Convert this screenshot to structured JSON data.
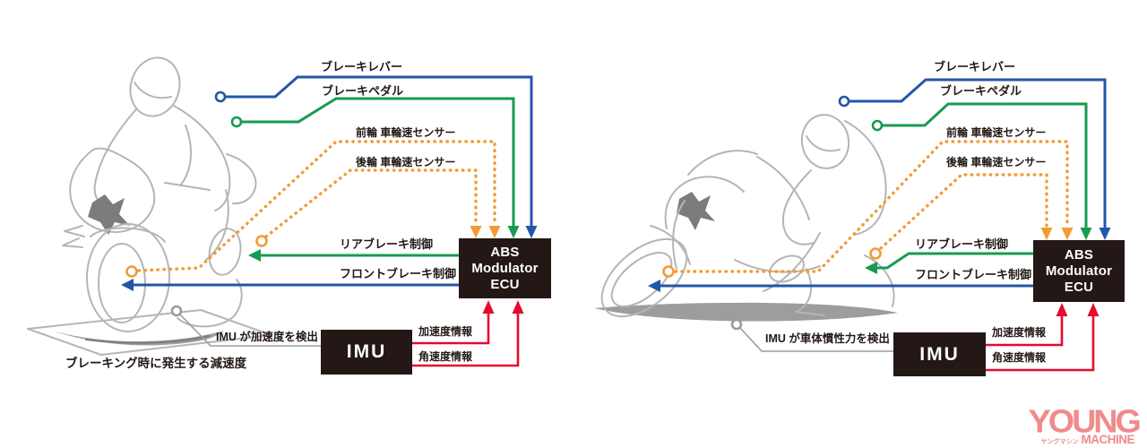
{
  "colors": {
    "blue": "#2356a8",
    "green": "#169b51",
    "orange": "#f29b33",
    "red": "#e60a2e",
    "ink": "#231815",
    "text": "#231815",
    "sketch": "#b5b5b5",
    "sketchdark": "#7c7c7c",
    "shadow": "#9d9d9d",
    "logo": "#ef8b8b"
  },
  "left": {
    "brake_lever": "ブレーキレバー",
    "brake_pedal": "ブレーキペダル",
    "front_wheel_sensor": "前輪 車輪速センサー",
    "rear_wheel_sensor": "後輪 車輪速センサー",
    "rear_brake_control": "リアブレーキ制御",
    "front_brake_control": "フロントブレーキ制御",
    "abs_line1": "ABS",
    "abs_line2": "Modulator",
    "abs_line3": "ECU",
    "imu": "IMU",
    "acceleration_info": "加速度情報",
    "angular_velocity_info": "角速度情報",
    "imu_note": "IMU が加速度を検出",
    "caption": "ブレーキング時に発生する減速度"
  },
  "right": {
    "brake_lever": "ブレーキレバー",
    "brake_pedal": "ブレーキペダル",
    "front_wheel_sensor": "前輪 車輪速センサー",
    "rear_wheel_sensor": "後輪 車輪速センサー",
    "rear_brake_control": "リアブレーキ制御",
    "front_brake_control": "フロントブレーキ制御",
    "abs_line1": "ABS",
    "abs_line2": "Modulator",
    "abs_line3": "ECU",
    "imu": "IMU",
    "acceleration_info": "加速度情報",
    "angular_velocity_info": "角速度情報",
    "imu_note": "IMU が車体慣性力を検出"
  },
  "logo": {
    "young": "YOUNG",
    "katakana": "ヤングマシン",
    "machine": "MACHINE"
  }
}
